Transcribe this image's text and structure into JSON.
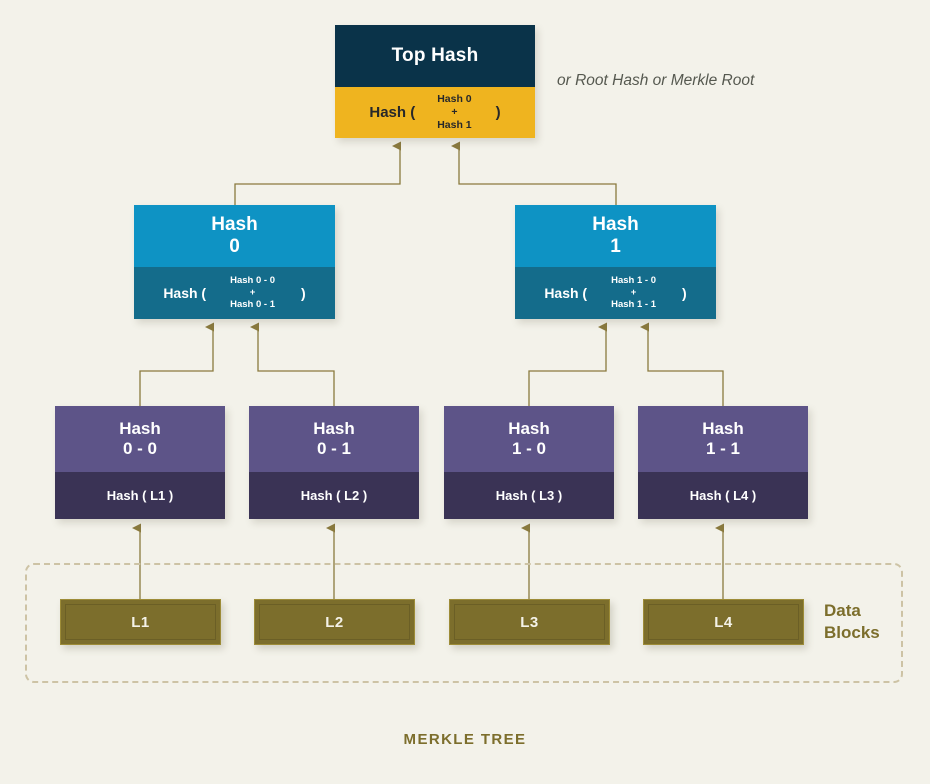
{
  "caption": "MERKLE TREE",
  "root_note": "or Root Hash or Merkle Root",
  "colors": {
    "background": "#f3f2ea",
    "root_header": "#0a3349",
    "root_formula": "#efb41f",
    "level2_header": "#0e93c4",
    "level2_formula": "#146c8b",
    "level3_header": "#5d5488",
    "level3_formula": "#3a3355",
    "data_block": "#7c6e2c",
    "connector": "#8a7a3e",
    "dashed_border": "#cdc3a5",
    "caption_text": "#7c6e2c"
  },
  "root": {
    "title": "Top Hash",
    "formula": {
      "prefix": "Hash (",
      "operand_a": "Hash 0",
      "operator": "+",
      "operand_b": "Hash 1",
      "suffix": ")"
    }
  },
  "level2": [
    {
      "title_line1": "Hash",
      "title_line2": "0",
      "formula": {
        "prefix": "Hash (",
        "operand_a": "Hash 0 - 0",
        "operator": "+",
        "operand_b": "Hash 0 - 1",
        "suffix": ")"
      }
    },
    {
      "title_line1": "Hash",
      "title_line2": "1",
      "formula": {
        "prefix": "Hash (",
        "operand_a": "Hash 1 - 0",
        "operator": "+",
        "operand_b": "Hash 1 - 1",
        "suffix": ")"
      }
    }
  ],
  "level3": [
    {
      "title_line1": "Hash",
      "title_line2": "0 - 0",
      "formula": "Hash ( L1 )"
    },
    {
      "title_line1": "Hash",
      "title_line2": "0 - 1",
      "formula": "Hash ( L2 )"
    },
    {
      "title_line1": "Hash",
      "title_line2": "1 - 0",
      "formula": "Hash ( L3 )"
    },
    {
      "title_line1": "Hash",
      "title_line2": "1 - 1",
      "formula": "Hash ( L4 )"
    }
  ],
  "data_blocks": {
    "label_line1": "Data",
    "label_line2": "Blocks",
    "items": [
      {
        "label": "L1"
      },
      {
        "label": "L2"
      },
      {
        "label": "L3"
      },
      {
        "label": "L4"
      }
    ]
  }
}
